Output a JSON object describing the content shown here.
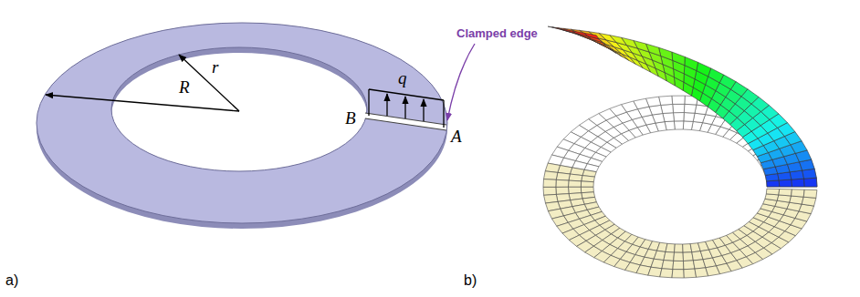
{
  "diagram": {
    "labels": [
      "a)",
      "R",
      "r",
      "B",
      "q",
      "A",
      "Clamped edge",
      "b)"
    ]
  }
}
